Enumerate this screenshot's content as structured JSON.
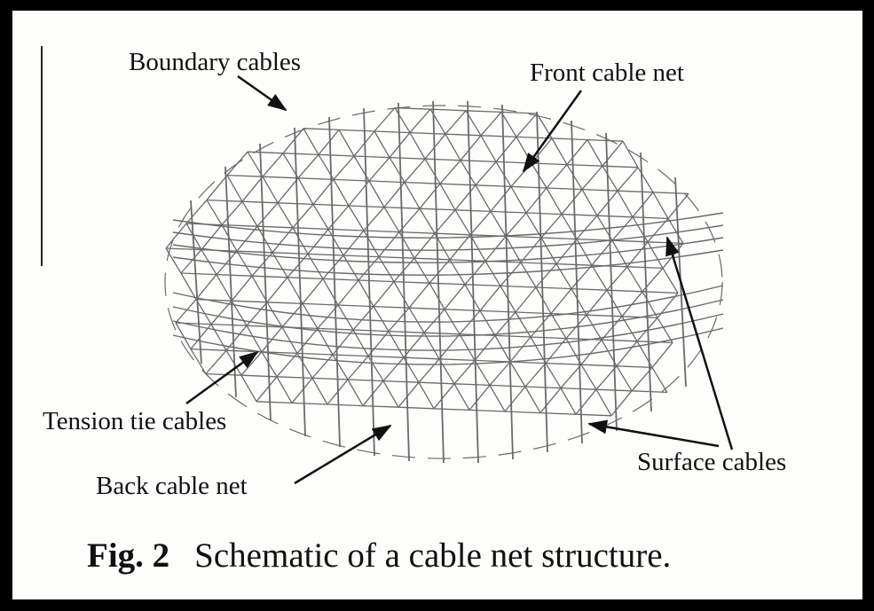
{
  "labels": {
    "boundary_cables": "Boundary cables",
    "front_cable_net": "Front cable net",
    "tension_tie_cables": "Tension tie cables",
    "back_cable_net": "Back cable net",
    "surface_cables": "Surface cables"
  },
  "caption": {
    "number": "Fig. 2",
    "text": "Schematic of a cable net structure."
  },
  "colors": {
    "frame": "#000000",
    "paper": "#fdfdfc",
    "mesh": "#6a6a6a",
    "ink": "#111111"
  }
}
